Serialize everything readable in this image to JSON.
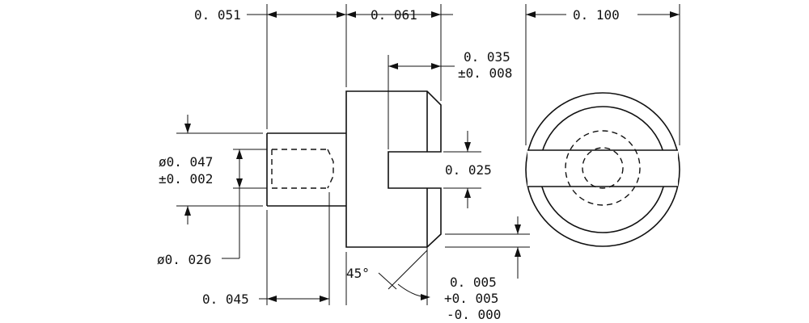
{
  "dimensions": {
    "d_051": "0. 051",
    "d_061": "0. 061",
    "d_100": "0. 100",
    "d_035": "0. 035",
    "d_035_tol": "±0. 008",
    "d_047": "ø0. 047",
    "d_047_tol": "±0. 002",
    "d_025": "0. 025",
    "d_026": "ø0. 026",
    "d_045": "0. 045",
    "angle": "45°",
    "d_005": "0. 005",
    "d_005_tol_plus": "+0. 005",
    "d_005_tol_minus": "-0. 000"
  },
  "colors": {
    "line": "#111111",
    "background": "#ffffff"
  }
}
